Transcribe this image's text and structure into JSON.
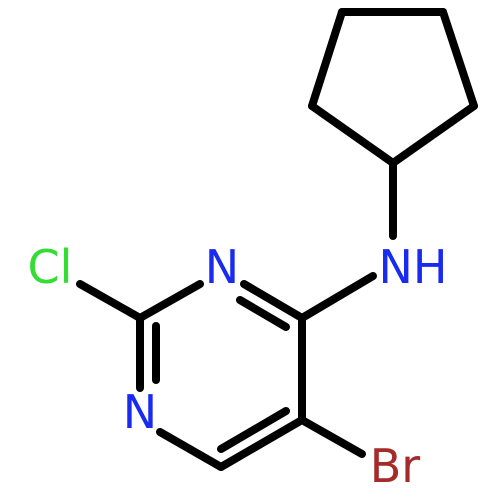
{
  "molecule": {
    "atoms": {
      "cl": {
        "label": "Cl",
        "color": "#33dd33"
      },
      "n_upper": {
        "label": "N",
        "color": "#1a2bf0"
      },
      "n_lower": {
        "label": "N",
        "color": "#1a2bf0"
      },
      "nh": {
        "label": "NH",
        "color": "#1a2bf0"
      },
      "br": {
        "label": "Br",
        "color": "#a52a2a"
      }
    },
    "bond_color": "#000000",
    "background": "#ffffff"
  }
}
